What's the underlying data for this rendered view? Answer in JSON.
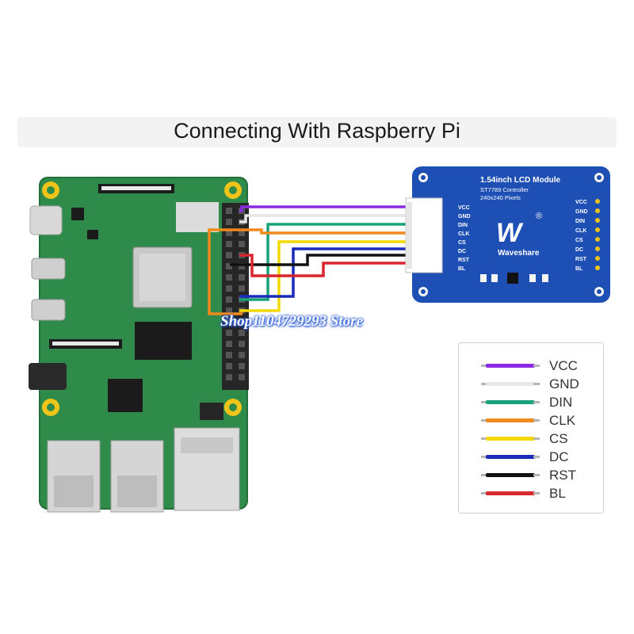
{
  "title": "Connecting With Raspberry Pi",
  "lcd": {
    "line1": "1.54inch LCD Module",
    "line2": "ST7789 Controller",
    "line3": "240x240 Pixels",
    "brand": "Waveshare",
    "logo_text": "W",
    "reg": "®"
  },
  "pins_left": [
    "VCC",
    "GND",
    "DIN",
    "CLK",
    "CS",
    "DC",
    "RST",
    "BL"
  ],
  "pins_right": [
    "VCC",
    "GND",
    "DIN",
    "CLK",
    "CS",
    "DC",
    "RST",
    "BL"
  ],
  "legend": [
    {
      "label": "VCC",
      "color": "#8a2be2"
    },
    {
      "label": "GND",
      "color": "#e8e8e8"
    },
    {
      "label": "DIN",
      "color": "#1aa37a"
    },
    {
      "label": "CLK",
      "color": "#f08a1c"
    },
    {
      "label": "CS",
      "color": "#f5d800"
    },
    {
      "label": "DC",
      "color": "#1a2bb8"
    },
    {
      "label": "RST",
      "color": "#111111"
    },
    {
      "label": "BL",
      "color": "#d8252e"
    }
  ],
  "watermark": "Shop1104729293 Store",
  "colors": {
    "pcb": "#2e8b4a",
    "lcd_board": "#1e4fb5",
    "title_bg": "#f3f3f3"
  }
}
